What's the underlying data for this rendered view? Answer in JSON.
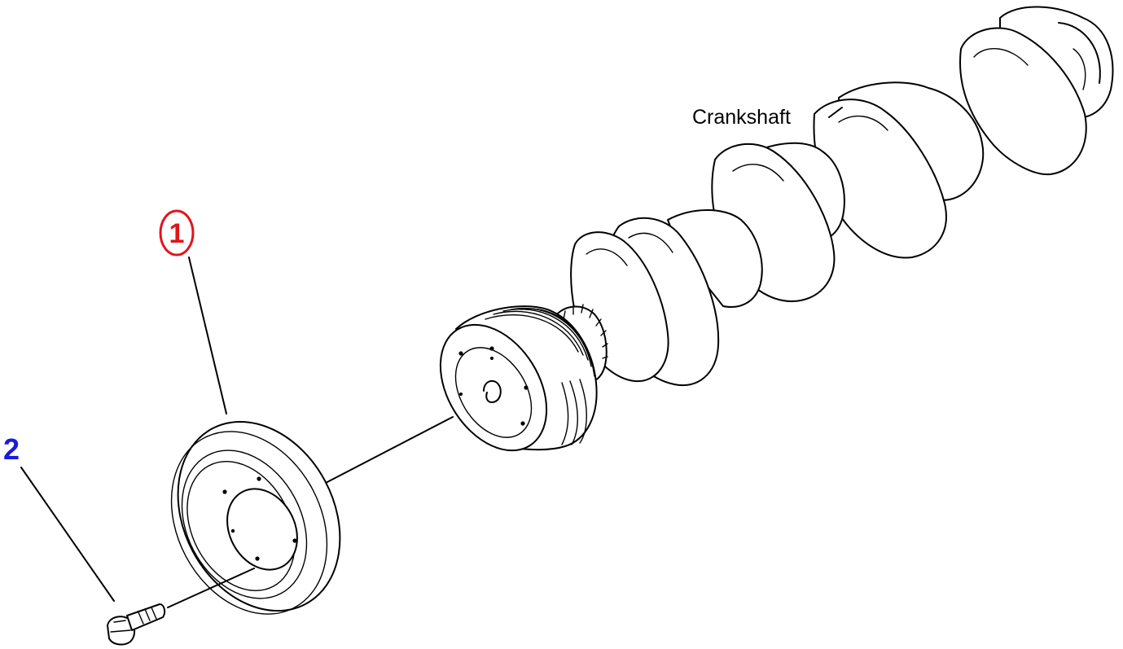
{
  "labels": {
    "crankshaft": "Crankshaft",
    "callout_1": "1",
    "callout_2": "2"
  },
  "colors": {
    "callout_1": "#e0151b",
    "callout_2": "#1a1ae0",
    "line": "#000000"
  },
  "icons": [
    "crankshaft-drawing",
    "crankshaft-pulley-drawing",
    "damper-pulley-drawing",
    "bolt-drawing"
  ]
}
